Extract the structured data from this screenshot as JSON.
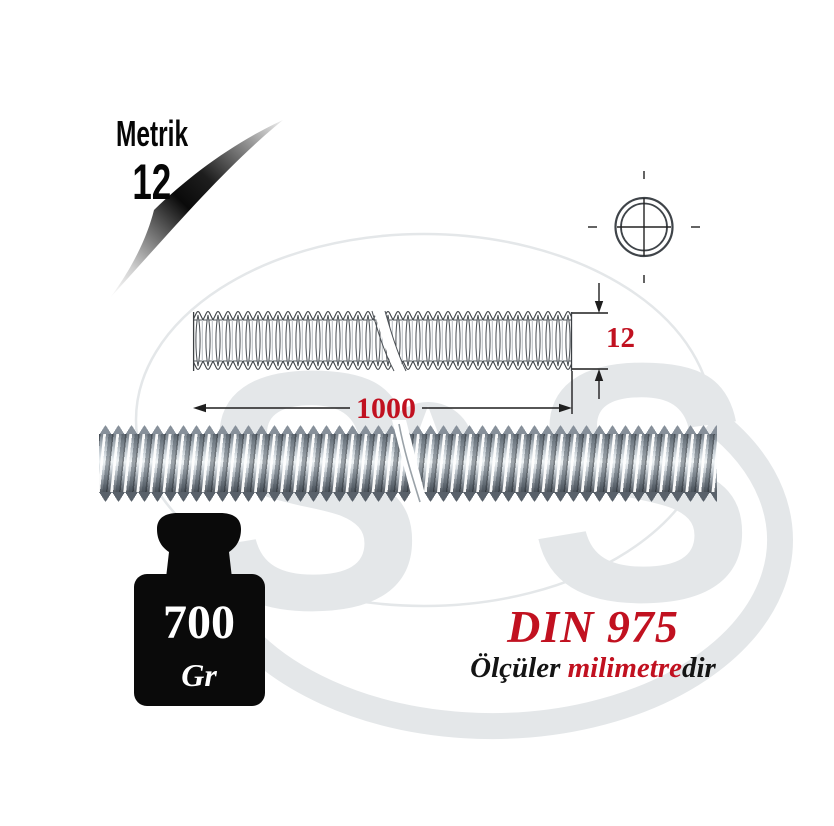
{
  "header": {
    "size_label": "Metrik",
    "size_value": "12"
  },
  "drawing": {
    "diameter_label": "12",
    "length_label": "1000"
  },
  "weight_badge": {
    "value": "700",
    "unit": "Gr"
  },
  "footer": {
    "standard": "DIN 975",
    "note_prefix": "Ölçüler ",
    "note_highlight": "milimetre",
    "note_suffix": "dir"
  },
  "colors": {
    "accent_red": "#c11120",
    "watermark_gray": "#e4e7e9",
    "badge_black": "#0a0a0a",
    "drawing_ink": "#3c4044",
    "dimension_ink": "#1f1f1f"
  },
  "icons": {
    "page_curl": "page-curl-icon",
    "cross_section": "cross-section-icon",
    "weight": "weight-icon",
    "watermark": "brand-watermark"
  }
}
